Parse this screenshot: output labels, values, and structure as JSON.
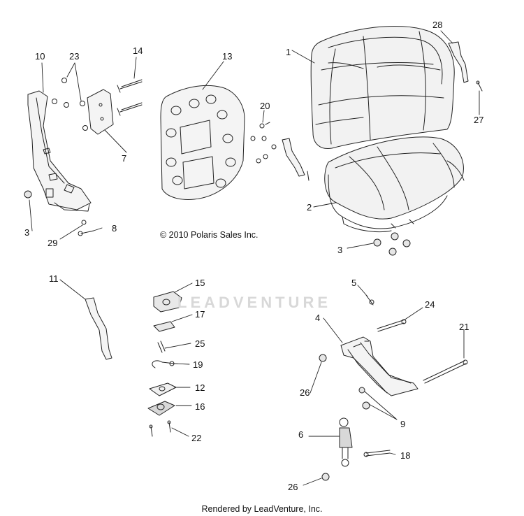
{
  "copyright": "© 2010 Polaris Sales Inc.",
  "watermark": "LEADVENTURE",
  "footer": "Rendered by LeadVenture, Inc.",
  "callouts": {
    "c1": "1",
    "c2": "2",
    "c3a": "3",
    "c3b": "3",
    "c4": "4",
    "c5": "5",
    "c6": "6",
    "c7": "7",
    "c8": "8",
    "c9": "9",
    "c10": "10",
    "c11": "11",
    "c12": "12",
    "c13": "13",
    "c14": "14",
    "c15": "15",
    "c16": "16",
    "c17": "17",
    "c18": "18",
    "c19": "19",
    "c20": "20",
    "c21": "21",
    "c22": "22",
    "c23": "23",
    "c24": "24",
    "c25": "25",
    "c26a": "26",
    "c26b": "26",
    "c27": "27",
    "c28": "28",
    "c29": "29"
  }
}
